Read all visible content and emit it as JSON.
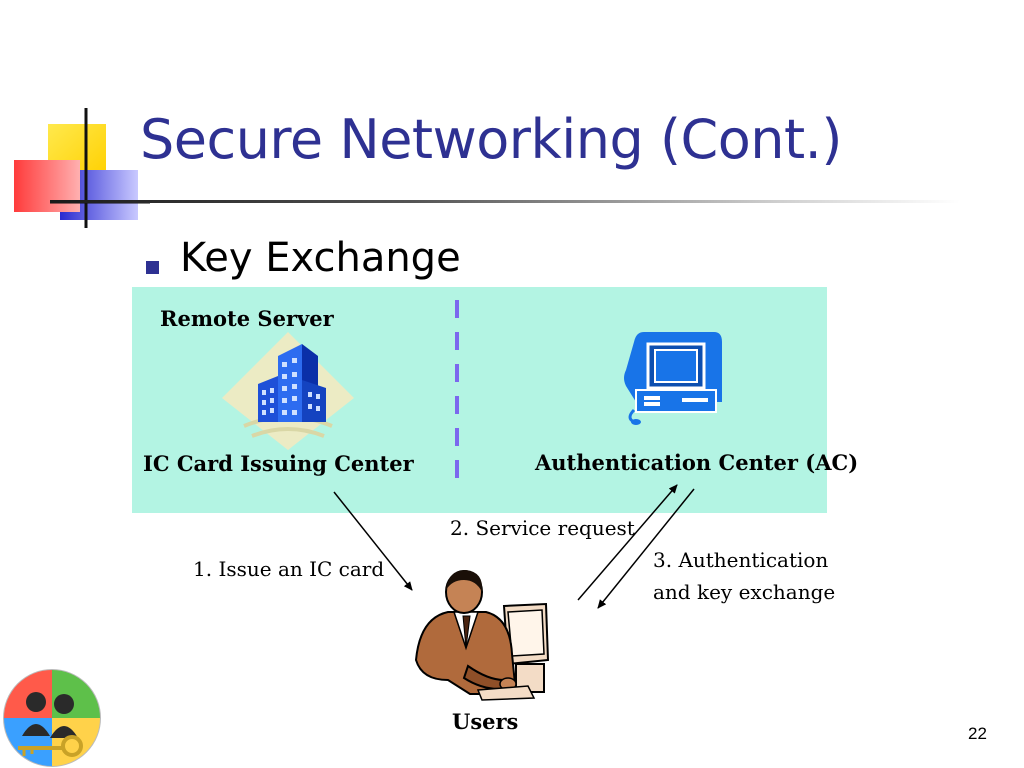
{
  "slide": {
    "title": "Secure Networking (Cont.)",
    "bullet": "Key Exchange",
    "page_number": "22"
  },
  "diagram": {
    "remote_server_label": "Remote Server",
    "ic_center_label": "IC Card Issuing Center",
    "ac_label": "Authentication Center (AC)",
    "step1_label": "1. Issue an IC card",
    "step2_label": "2. Service request",
    "step3_line1": "3. Authentication",
    "step3_line2": "and key exchange",
    "users_label": "Users"
  },
  "icons": [
    "office-building-icon",
    "computer-terminal-icon",
    "user-at-computer-icon",
    "logo-icon"
  ],
  "colors": {
    "title": "#2e3192",
    "panel": "#b3f4e3",
    "divider": "#7b68ee",
    "accent_yellow": "#ffd700",
    "accent_red": "#ff4040",
    "accent_blue": "#3333cc"
  }
}
